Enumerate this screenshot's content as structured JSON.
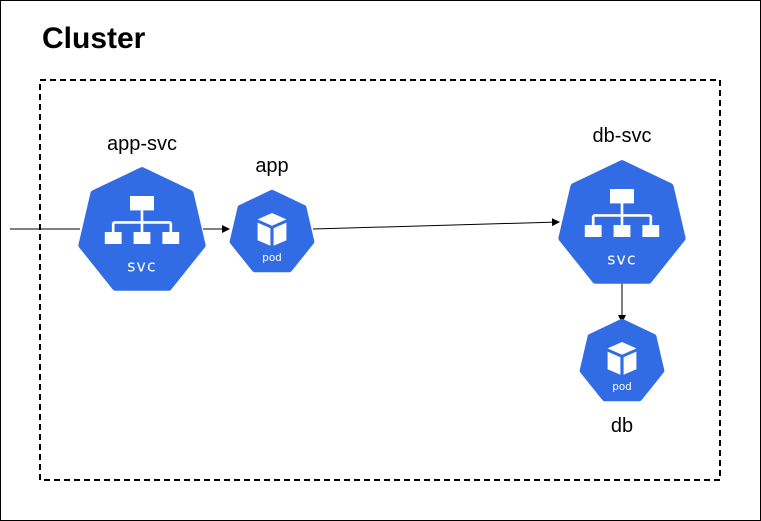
{
  "diagram": {
    "title": "Cluster",
    "nodes": [
      {
        "id": "app-svc",
        "label": "app-svc",
        "kind": "svc",
        "icon": "service-icon",
        "badge": "svc"
      },
      {
        "id": "app",
        "label": "app",
        "kind": "pod",
        "icon": "pod-icon",
        "badge": "pod"
      },
      {
        "id": "db-svc",
        "label": "db-svc",
        "kind": "svc",
        "icon": "service-icon",
        "badge": "svc"
      },
      {
        "id": "db",
        "label": "db",
        "kind": "pod",
        "icon": "pod-icon",
        "badge": "pod"
      }
    ],
    "edges": [
      {
        "from": "external",
        "to": "app-svc",
        "arrow": false
      },
      {
        "from": "app-svc",
        "to": "app",
        "arrow": true
      },
      {
        "from": "app",
        "to": "db-svc",
        "arrow": true
      },
      {
        "from": "db-svc",
        "to": "db",
        "arrow": true
      }
    ]
  },
  "colors": {
    "k8s_blue": "#326ce5",
    "icon_fill": "#ffffff",
    "line": "#000000",
    "frame": "#000000"
  }
}
